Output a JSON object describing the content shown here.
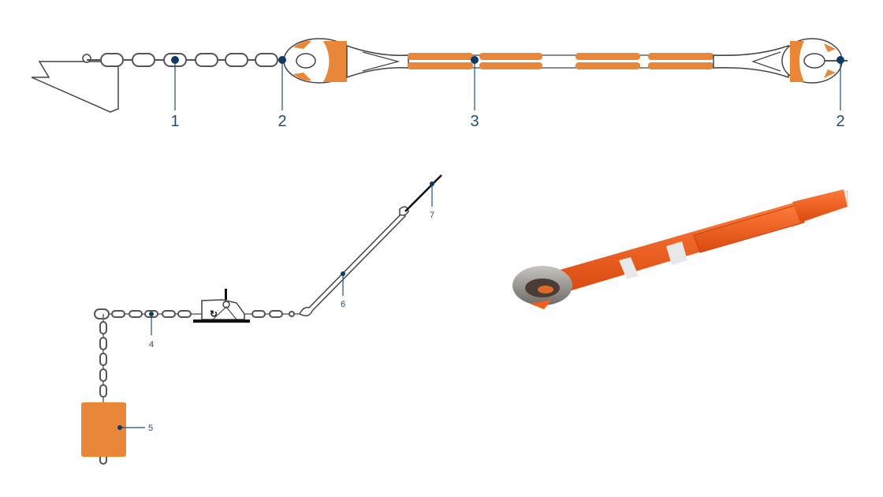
{
  "colors": {
    "orange": "#e8873a",
    "callout": "#1f4e79",
    "photo_orange": "#f2601e"
  },
  "top_diagram": {
    "callouts": [
      {
        "number": "1",
        "part": "chain"
      },
      {
        "number": "2",
        "part": "shackle"
      },
      {
        "number": "3",
        "part": "rope-with-chafe-sleeves"
      },
      {
        "number": "2",
        "part": "shackle"
      }
    ]
  },
  "bottom_diagram": {
    "callouts": [
      {
        "number": "4",
        "part": "chain"
      },
      {
        "number": "5",
        "part": "weight"
      },
      {
        "number": "6",
        "part": "rope"
      },
      {
        "number": "7",
        "part": "line"
      }
    ]
  }
}
